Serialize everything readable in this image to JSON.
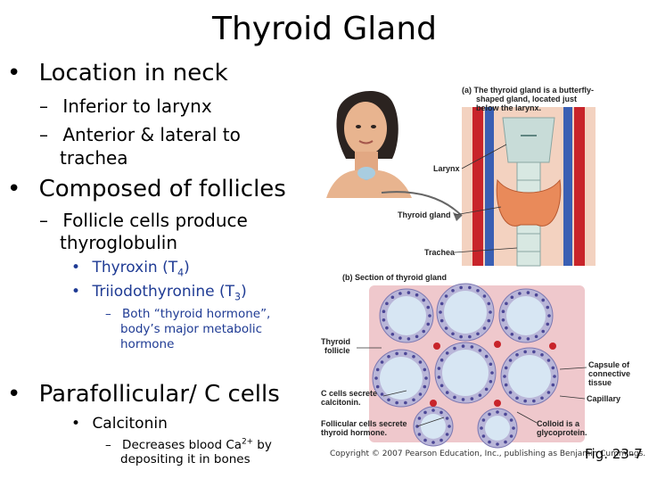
{
  "slide": {
    "title": "Thyroid Gland",
    "bullets": {
      "b1": "Location in neck",
      "b1a": "Inferior to larynx",
      "b1b_l1": "Anterior & lateral to",
      "b1b_l2": "trachea",
      "b2": "Composed of follicles",
      "b2a_l1": "Follicle cells produce",
      "b2a_l2": "thyroglobulin",
      "b2a_i_text": "Thyroxin (T",
      "b2a_i_sub": "4",
      "b2a_i_close": ")",
      "b2a_ii_text": "Triiodothyronine (T",
      "b2a_ii_sub": "3",
      "b2a_ii_close": ")",
      "b2a_ii_note_l1": "Both “thyroid hormone”,",
      "b2a_ii_note_l2": "body’s major metabolic",
      "b2a_ii_note_l3": "hormone",
      "b3": "Parafollicular/ C cells",
      "b3a": "Calcitonin",
      "b3a_note_l1a": "Decreases blood Ca",
      "b3a_note_sup": "2+",
      "b3a_note_l1b": " by",
      "b3a_note_l2": "depositing it in bones"
    },
    "markers": {
      "l1": "•",
      "l2": "–",
      "l3": "•",
      "l4": "–"
    }
  },
  "figure": {
    "panel_a_caption_l1": "(a) The thyroid gland is a butterfly-",
    "panel_a_caption_l2": "shaped gland, located just",
    "panel_a_caption_l3": "below the larynx.",
    "label_larynx": "Larynx",
    "label_thyroid_gland": "Thyroid gland",
    "label_trachea": "Trachea",
    "panel_b_caption": "(b) Section of thyroid gland",
    "label_thyroid_follicle_l1": "Thyroid",
    "label_thyroid_follicle_l2": "follicle",
    "label_c_cells_l1": "C cells secrete",
    "label_c_cells_l2": "calcitonin.",
    "label_follicular_l1": "Follicular cells secrete",
    "label_follicular_l2": "thyroid hormone.",
    "label_capsule_l1": "Capsule of",
    "label_capsule_l2": "connective",
    "label_capsule_l3": "tissue",
    "label_capillary": "Capillary",
    "label_colloid_l1": "Colloid is a",
    "label_colloid_l2": "glycoprotein.",
    "copyright": "Copyright © 2007 Pearson Education, Inc., publishing as Benjamin Cummings.",
    "fig_number": "Fig. 23-7"
  },
  "colors": {
    "text_primary": "#000000",
    "text_secondary": "#1f3b94",
    "skin": "#e8b48f",
    "thyroid": "#e98a5a",
    "artery": "#c8242a",
    "vein": "#3a5fb3",
    "tissue": "#efc8cc",
    "colloid": "#d7e6f3"
  }
}
